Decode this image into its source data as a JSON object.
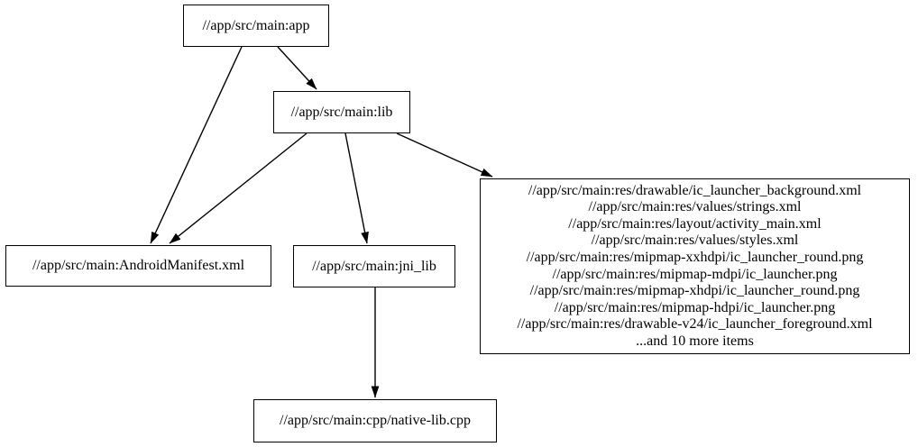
{
  "graph": {
    "background_color": "#ffffff",
    "node_border_color": "#000000",
    "text_color": "#000000",
    "nodes": {
      "app": {
        "label": "//app/src/main:app"
      },
      "lib": {
        "label": "//app/src/main:lib"
      },
      "manifest": {
        "label": "//app/src/main:AndroidManifest.xml"
      },
      "jni_lib": {
        "label": "//app/src/main:jni_lib"
      },
      "res": {
        "lines": [
          "//app/src/main:res/drawable/ic_launcher_background.xml",
          "//app/src/main:res/values/strings.xml",
          "//app/src/main:res/layout/activity_main.xml",
          "//app/src/main:res/values/styles.xml",
          "//app/src/main:res/mipmap-xxhdpi/ic_launcher_round.png",
          "//app/src/main:res/mipmap-mdpi/ic_launcher.png",
          "//app/src/main:res/mipmap-xhdpi/ic_launcher_round.png",
          "//app/src/main:res/mipmap-hdpi/ic_launcher.png",
          "//app/src/main:res/drawable-v24/ic_launcher_foreground.xml",
          "...and 10 more items"
        ]
      },
      "cpp": {
        "label": "//app/src/main:cpp/native-lib.cpp"
      }
    },
    "edges": [
      {
        "from": "app",
        "to": "lib"
      },
      {
        "from": "app",
        "to": "manifest"
      },
      {
        "from": "lib",
        "to": "manifest"
      },
      {
        "from": "lib",
        "to": "jni_lib"
      },
      {
        "from": "lib",
        "to": "res"
      },
      {
        "from": "jni_lib",
        "to": "cpp"
      }
    ]
  }
}
